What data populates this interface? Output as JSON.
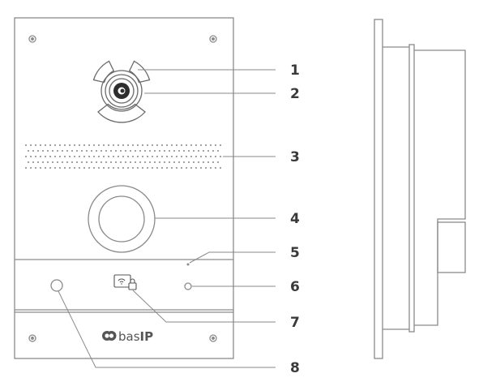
{
  "brand": {
    "name": "bas",
    "suffix": "IP"
  },
  "callouts": [
    {
      "number": "1",
      "part": "camera-light-ring"
    },
    {
      "number": "2",
      "part": "camera-lens"
    },
    {
      "number": "3",
      "part": "speaker-grille"
    },
    {
      "number": "4",
      "part": "call-button"
    },
    {
      "number": "5",
      "part": "microphone"
    },
    {
      "number": "6",
      "part": "status-indicator"
    },
    {
      "number": "7",
      "part": "card-reader"
    },
    {
      "number": "8",
      "part": "light-sensor"
    }
  ],
  "icons": {
    "card_reader": "wifi-lock-icon",
    "screws": "screw-icon",
    "brand_logo": "basip-logo-icon"
  },
  "colors": {
    "line": "#8a8a8a",
    "callout_text": "#3a3a3a",
    "panel_fill": "#ffffff"
  }
}
